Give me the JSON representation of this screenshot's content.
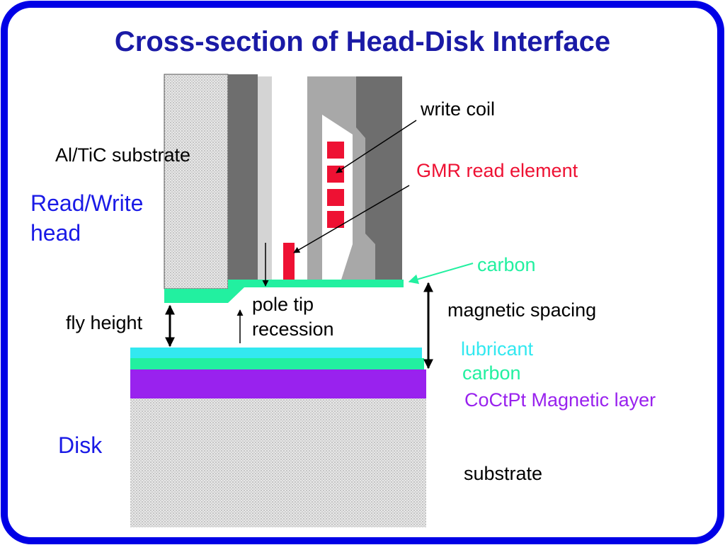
{
  "title": "Cross-section of Head-Disk Interface",
  "labels": {
    "substrate_head": "Al/TiC substrate",
    "read_write_line1": "Read/Write",
    "read_write_line2": "head",
    "write_coil": "write coil",
    "gmr": "GMR read element",
    "carbon_head": "carbon",
    "fly_height": "fly height",
    "pole_tip_line1": "pole tip",
    "pole_tip_line2": "recession",
    "magnetic_spacing": "magnetic spacing",
    "lubricant": "lubricant",
    "carbon_disk": "carbon",
    "magnetic_layer": "CoCtPt Magnetic layer",
    "disk": "Disk",
    "substrate_disk": "substrate"
  },
  "colors": {
    "frame": "#0000e6",
    "title": "#1a1aa6",
    "blue_label": "#1a1ae6",
    "red": "#ee1133",
    "carbon": "#22f0a0",
    "lubricant": "#33e8f0",
    "magnetic": "#9922ee",
    "dark_gray": "#6e6e6e",
    "mid_gray": "#a8a8a8",
    "light_gray": "#d4d4d4"
  }
}
